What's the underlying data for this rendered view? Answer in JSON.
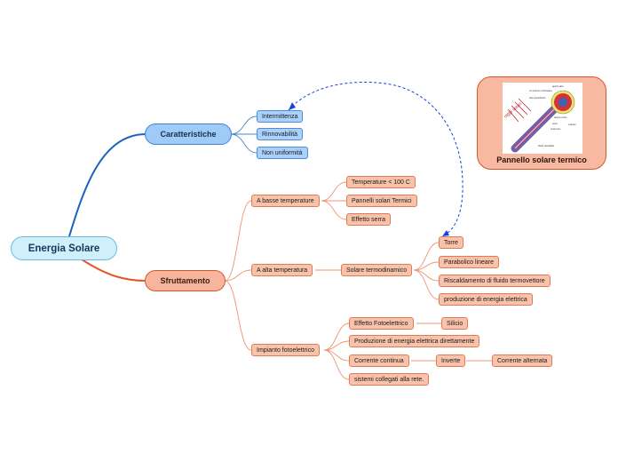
{
  "root": {
    "label": "Energia Solare"
  },
  "caratteristiche": {
    "label": "Caratteristiche",
    "items": [
      "Intermittenza",
      "Rinnovabilità",
      "Non uniformità"
    ]
  },
  "sfruttamento": {
    "label": "Sfruttamento",
    "basse": {
      "label": "A basse temperature",
      "items": [
        "Temperature < 100 C",
        "Pannelli solari Termici",
        "Effetto serra"
      ]
    },
    "alta": {
      "label": "A alta temperatura",
      "solare": "Solare termodinamico",
      "items": [
        "Torre",
        "Parabolico lineare",
        "Riscaldamento di fluido termovettore",
        "produzione di energia elettrica"
      ]
    },
    "impianto": {
      "label": "Impianto fotoelettrico",
      "effetto": "Effetto Fotoelettrico",
      "silicio": "Silicio",
      "produzione": "Produzione di energia elettrica direttamente",
      "corrente_continua": "Corrente continua",
      "inverte": "Inverte",
      "corrente_alternata": "Corrente alternata",
      "sistemi": "sistemi collegati alla rete."
    }
  },
  "image_card": {
    "title": "Pannello solare termico",
    "diagram_labels": {
      "raggi": "raggi solari",
      "t1": "aperto alto",
      "t2": "cui esterno coltonativo",
      "t3": "tubo assorbitore",
      "t4": "area a vuoto",
      "t5": "vetro",
      "t6": "onde luce",
      "t7": "estrano",
      "t8": "fluido riscaldato"
    }
  },
  "colors": {
    "blue_line": "#1c63bf",
    "orange_line": "#e6552a",
    "branch_line": "#ee9470",
    "dashed": "#1a3fe0"
  }
}
